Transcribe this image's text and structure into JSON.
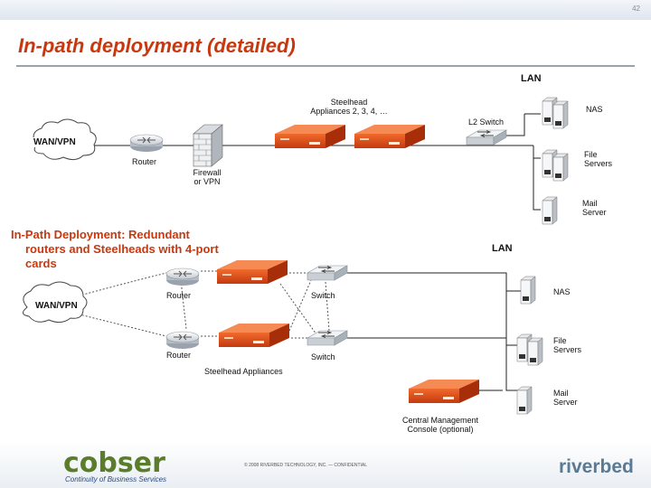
{
  "slide": {
    "page_number": "42",
    "title": "In-path deployment (detailed)",
    "subtitle_lines": [
      "In-Path Deployment: Redundant",
      "routers and Steelheads with 4-port",
      "cards"
    ],
    "copyright": "© 2008 RIVERBED TECHNOLOGY, INC. — CONFIDENTIAL"
  },
  "top_diagram": {
    "lan": "LAN",
    "wan": "WAN/VPN",
    "router": "Router",
    "firewall": [
      "Firewall",
      "or VPN"
    ],
    "steelhead": [
      "Steelhead",
      "Appliances 2, 3, 4, …"
    ],
    "l2_switch": "L2 Switch",
    "nas": "NAS",
    "file_servers": [
      "File",
      "Servers"
    ],
    "mail_server": [
      "Mail",
      "Server"
    ]
  },
  "bottom_diagram": {
    "lan": "LAN",
    "wan": "WAN/VPN",
    "router_1": "Router",
    "router_2": "Router",
    "switch_1": "Switch",
    "switch_2": "Switch",
    "steelhead": "Steelhead Appliances",
    "nas": "NAS",
    "file_servers": [
      "File",
      "Servers"
    ],
    "mail_server": [
      "Mail",
      "Server"
    ],
    "cmc": [
      "Central Management",
      "Console (optional)"
    ]
  },
  "logos": {
    "cobser_word": "cobser",
    "cobser_tagline": "Continuity of Business Services",
    "riverbed_word": "riverbed"
  },
  "colors": {
    "title": "#c8380f",
    "appliance": "#d9481a",
    "rule": "#9aa3ad"
  }
}
